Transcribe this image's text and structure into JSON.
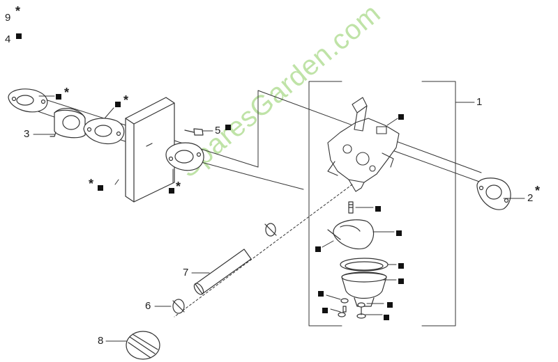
{
  "legend": [
    {
      "number": "9",
      "symbol": "*"
    },
    {
      "number": "4",
      "symbol": "square"
    }
  ],
  "callouts": {
    "c1": "1",
    "c2": "2",
    "c3": "3",
    "c5": "5",
    "c6": "6",
    "c7": "7",
    "c8": "8"
  },
  "symbols": {
    "star": "*",
    "square": "square-marker"
  },
  "watermark": "SparesGarden.com",
  "colors": {
    "line": "#333333",
    "watermark": "#bfe3a7",
    "marker": "#111111"
  }
}
